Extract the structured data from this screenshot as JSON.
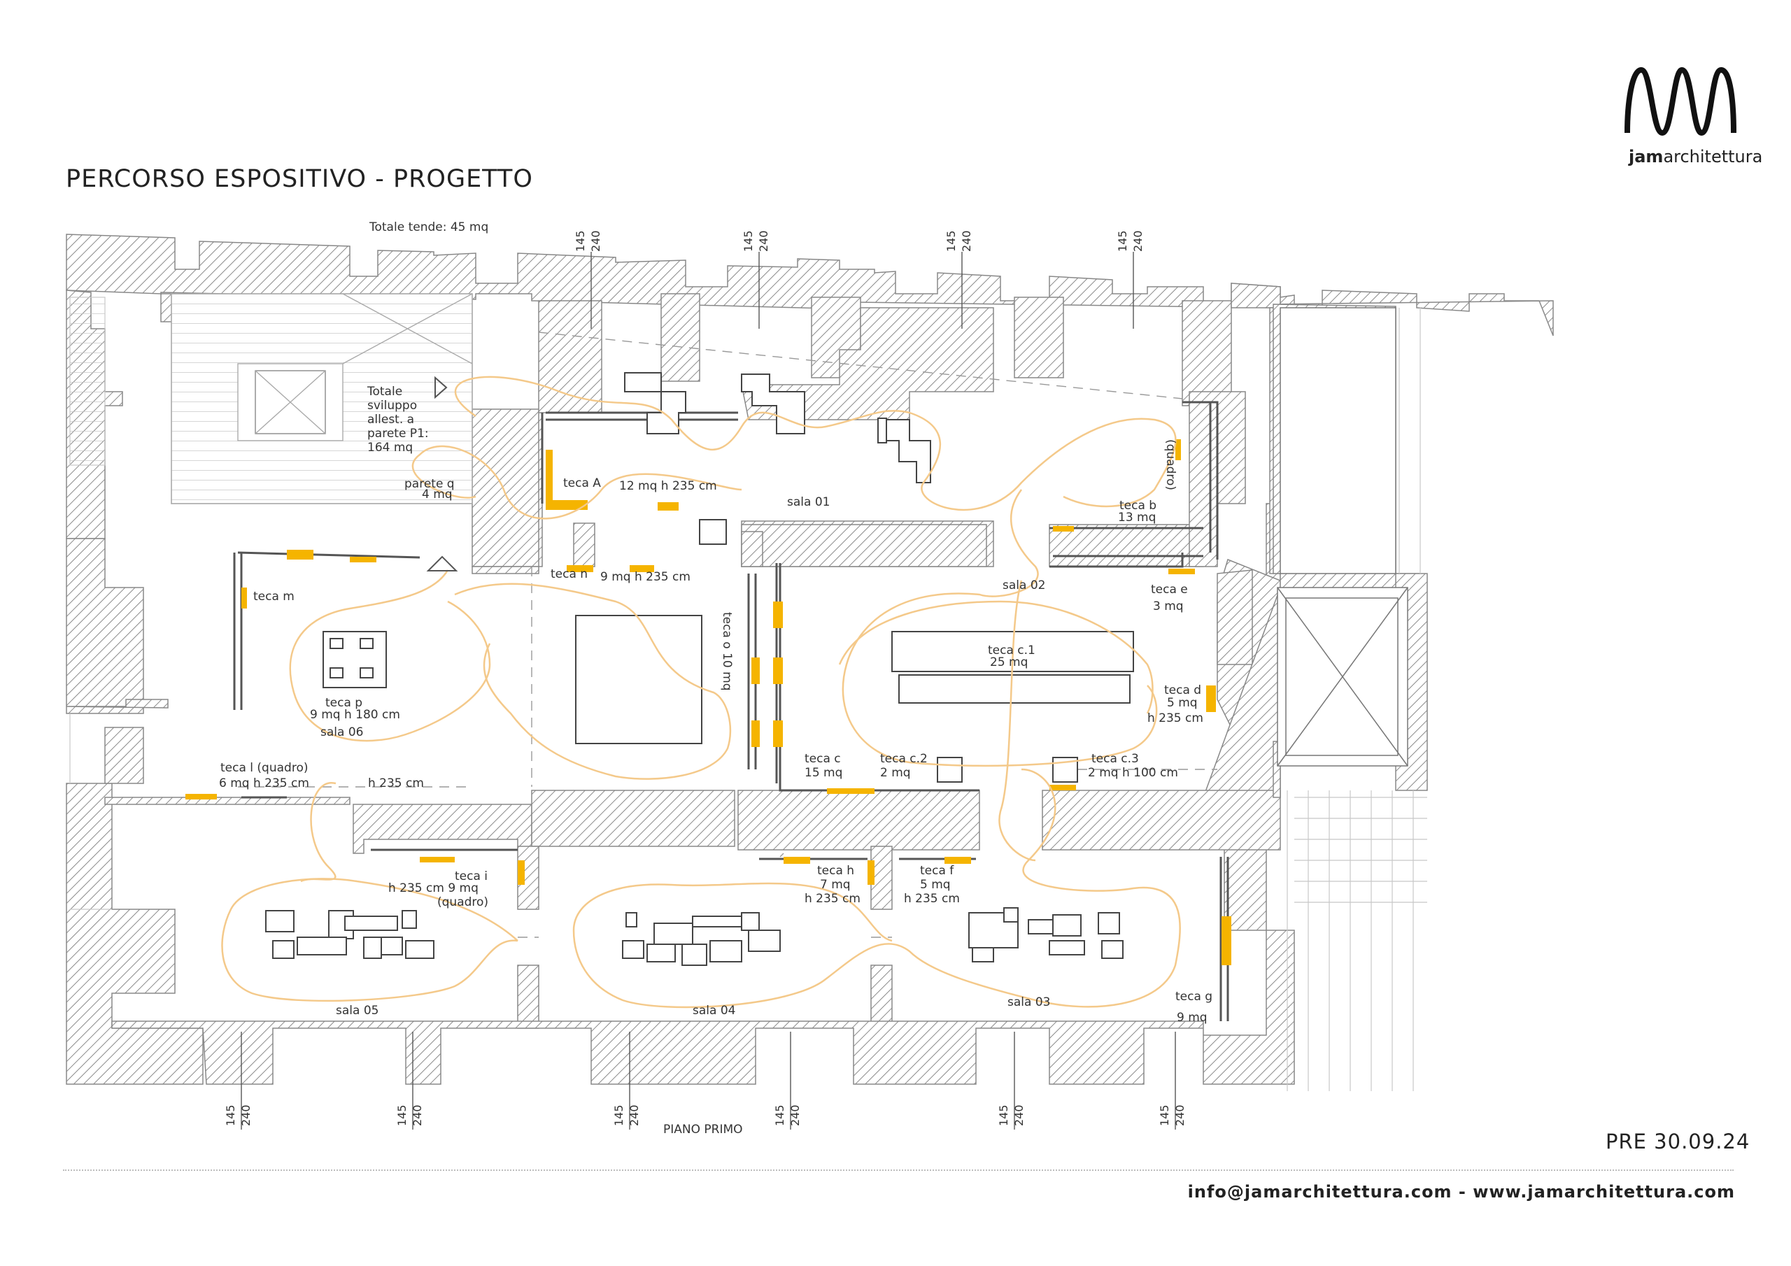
{
  "header": {
    "title": "PERCORSO ESPOSITIVO - PROGETTO",
    "logo_bold": "jam",
    "logo_rest": "architettura"
  },
  "footer": {
    "revision": "PRE 30.09.24",
    "email": "info@jamarchitettura.com",
    "separator": " - ",
    "website": "www.jamarchitettura.com"
  },
  "plan": {
    "floor_label": "PIANO PRIMO",
    "totale_tende": "Totale  tende:  45 mq",
    "totale_sviluppo": [
      "Totale",
      "sviluppo",
      "allest. a",
      "parete P1:",
      "164 mq"
    ],
    "window_dim_a": "145",
    "window_dim_b": "240",
    "rooms": {
      "sala_01": "sala 01",
      "sala_02": "sala 02",
      "sala_03": "sala 03",
      "sala_04": "sala 04",
      "sala_05": "sala 05",
      "sala_06": "sala 06"
    },
    "labels": {
      "parete_q": "parete q",
      "parete_q_area": "4 mq",
      "teca_A": "teca A",
      "teca_A_dim": "12 mq  h 235 cm",
      "teca_b": "teca b",
      "teca_b_area": "13 mq",
      "quadro_b": "(quadro)",
      "teca_n": "teca n",
      "teca_n_dim": "9 mq   h 235 cm",
      "teca_m": "teca m",
      "teca_o": "teca o   10 mq",
      "teca_p": "teca p",
      "teca_p_dim": "9 mq  h 180 cm",
      "teca_e": "teca e",
      "teca_e_area": "3 mq",
      "teca_c1": "teca c.1",
      "teca_c1_area": "25 mq",
      "teca_d": "teca d",
      "teca_d_area": "5 mq",
      "teca_d_h": "h 235 cm",
      "teca_c": "teca c",
      "teca_c_area": "15 mq",
      "teca_c2": "teca c.2",
      "teca_c2_area": "2 mq",
      "teca_c3": "teca c.3",
      "teca_c3_dim": "2 mq  h 100 cm",
      "teca_l": "teca l (quadro)",
      "teca_l_dim": "6 mq  h 235 cm",
      "h235_sala06": "h 235 cm",
      "teca_i": "teca i",
      "teca_i_dim": "h 235 cm  9 mq",
      "quadro_i": "(quadro)",
      "teca_h": "teca h",
      "teca_h_area": "7 mq",
      "teca_h_h": "h 235 cm",
      "teca_f": "teca f",
      "teca_f_area": "5 mq",
      "teca_f_h": "h 235 cm",
      "teca_g": "teca g",
      "teca_g_area": "9 mq"
    }
  },
  "colors": {
    "accent_yellow": "#f5b400",
    "path_orange": "#f4c98a",
    "wall_hatch": "#8a8a8a",
    "text": "#222222"
  }
}
